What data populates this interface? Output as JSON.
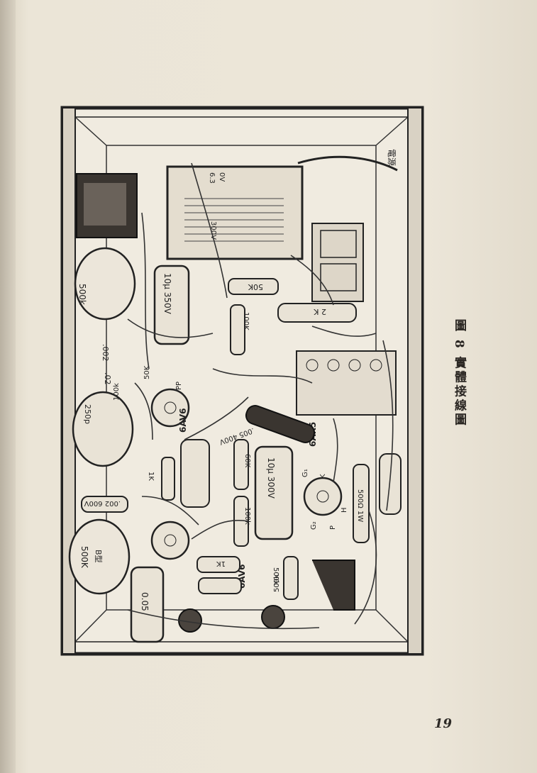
{
  "caption": "圖 8 實體接線圖",
  "page_number": "19",
  "labels": {
    "tube_1": "6AV6",
    "tube_2": "6AV6",
    "tube_3": "6AR5",
    "power": "電源",
    "trans_v1": "0V",
    "trans_v2": "6.3",
    "trans_v3": "300V",
    "cap_10u350": "10μ 350V",
    "cap_10u300": "10μ 300V",
    "cap_005": "0.05",
    "cap_005_400": ".005 400V",
    "cap_002": ".002",
    "cap_002_600": ".002 600V",
    "cap_02": ".02",
    "cap_250p": "250p",
    "res_50k": "50K",
    "res_2k": "2 K",
    "res_100k_a": "100K",
    "res_100k_b": "100k",
    "res_100k_c": "100k",
    "res_60k": "60K",
    "res_1k_a": "1K",
    "res_1k_b": "1K",
    "res_500k": "500k",
    "res_500_1w": "500Ω 1W",
    "res_50k_b": "50K",
    "res_500k_b": "500k",
    "pot_500k": "500k",
    "pot_500k_b": "500K",
    "pot_b_type": "B型",
    "pin_g": "G₁",
    "pin_k": "K",
    "pin_g2": "G₂",
    "pin_p": "P",
    "pin_h": "H",
    "pin_pp": "PP"
  }
}
